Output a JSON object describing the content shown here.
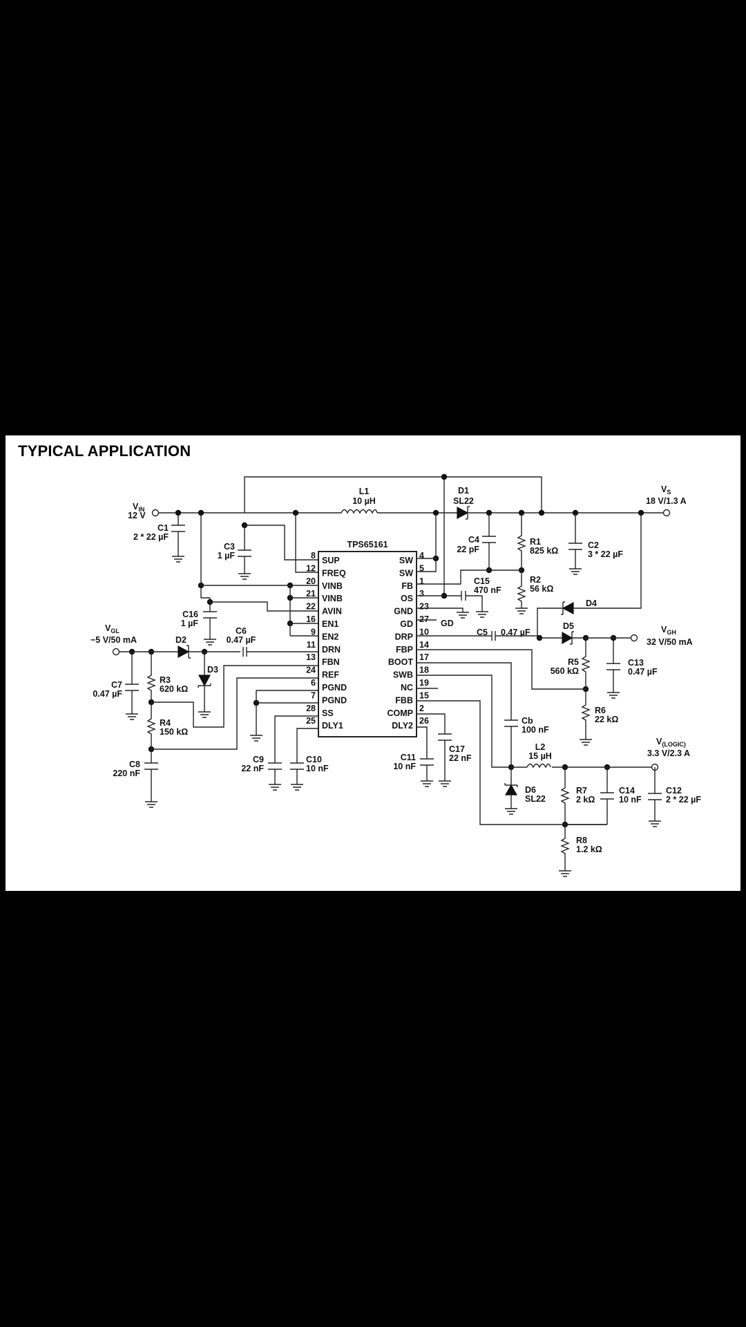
{
  "title": "TYPICAL APPLICATION",
  "ic": {
    "name": "TPS65161",
    "left_pins": [
      {
        "num": "8",
        "name": "SUP"
      },
      {
        "num": "12",
        "name": "FREQ"
      },
      {
        "num": "20",
        "name": "VINB"
      },
      {
        "num": "21",
        "name": "VINB"
      },
      {
        "num": "22",
        "name": "AVIN"
      },
      {
        "num": "16",
        "name": "EN1"
      },
      {
        "num": "9",
        "name": "EN2"
      },
      {
        "num": "11",
        "name": "DRN"
      },
      {
        "num": "13",
        "name": "FBN"
      },
      {
        "num": "24",
        "name": "REF"
      },
      {
        "num": "6",
        "name": "PGND"
      },
      {
        "num": "7",
        "name": "PGND"
      },
      {
        "num": "28",
        "name": "SS"
      },
      {
        "num": "25",
        "name": "DLY1"
      }
    ],
    "right_pins": [
      {
        "num": "4",
        "name": "SW"
      },
      {
        "num": "5",
        "name": "SW"
      },
      {
        "num": "1",
        "name": "FB"
      },
      {
        "num": "3",
        "name": "OS"
      },
      {
        "num": "23",
        "name": "GND"
      },
      {
        "num": "27",
        "name": "GD"
      },
      {
        "num": "10",
        "name": "DRP"
      },
      {
        "num": "14",
        "name": "FBP"
      },
      {
        "num": "17",
        "name": "BOOT"
      },
      {
        "num": "18",
        "name": "SWB"
      },
      {
        "num": "19",
        "name": "NC"
      },
      {
        "num": "15",
        "name": "FBB"
      },
      {
        "num": "2",
        "name": "COMP"
      },
      {
        "num": "26",
        "name": "DLY2"
      }
    ],
    "gd_label": "GD"
  },
  "terminals": {
    "vin": {
      "main": "V",
      "sub": "IN",
      "value": "12 V"
    },
    "vs": {
      "main": "V",
      "sub": "S",
      "value": "18 V/1.3 A"
    },
    "vgl": {
      "main": "V",
      "sub": "GL",
      "value": "−5 V/50 mA"
    },
    "vgh": {
      "main": "V",
      "sub": "GH",
      "value": "32 V/50 mA"
    },
    "vlogic": {
      "main": "V",
      "sub": "(LOGIC)",
      "value": "3.3 V/2.3 A"
    }
  },
  "components": {
    "L1": {
      "ref": "L1",
      "value": "10 µH"
    },
    "L2": {
      "ref": "L2",
      "value": "15 µH"
    },
    "D1": {
      "ref": "D1",
      "value": "SL22"
    },
    "D2": {
      "ref": "D2"
    },
    "D3": {
      "ref": "D3"
    },
    "D4": {
      "ref": "D4"
    },
    "D5": {
      "ref": "D5"
    },
    "D6": {
      "ref": "D6",
      "value": "SL22"
    },
    "C1": {
      "ref": "C1",
      "value": "2 * 22 µF"
    },
    "C2": {
      "ref": "C2",
      "value": "3 * 22 µF"
    },
    "C3": {
      "ref": "C3",
      "value": "1 µF"
    },
    "C4": {
      "ref": "C4",
      "value": "22 pF"
    },
    "C5": {
      "ref": "C5",
      "value": "0.47 µF"
    },
    "C6": {
      "ref": "C6",
      "value": "0.47 µF"
    },
    "C7": {
      "ref": "C7",
      "value": "0.47 µF"
    },
    "C8": {
      "ref": "C8",
      "value": "220 nF"
    },
    "C9": {
      "ref": "C9",
      "value": "22 nF"
    },
    "C10": {
      "ref": "C10",
      "value": "10 nF"
    },
    "C11": {
      "ref": "C11",
      "value": "10 nF"
    },
    "C12": {
      "ref": "C12",
      "value": "2 * 22 µF"
    },
    "C13": {
      "ref": "C13",
      "value": "0.47 µF"
    },
    "C14": {
      "ref": "C14",
      "value": "10 nF"
    },
    "C15": {
      "ref": "C15",
      "value": "470 nF"
    },
    "C16": {
      "ref": "C16",
      "value": "1 µF"
    },
    "C17": {
      "ref": "C17",
      "value": "22 nF"
    },
    "Cb": {
      "ref": "Cb",
      "value": "100 nF"
    },
    "R1": {
      "ref": "R1",
      "value": "825 kΩ"
    },
    "R2": {
      "ref": "R2",
      "value": "56 kΩ"
    },
    "R3": {
      "ref": "R3",
      "value": "620 kΩ"
    },
    "R4": {
      "ref": "R4",
      "value": "150 kΩ"
    },
    "R5": {
      "ref": "R5",
      "value": "560 kΩ"
    },
    "R6": {
      "ref": "R6",
      "value": "22 kΩ"
    },
    "R7": {
      "ref": "R7",
      "value": "2 kΩ"
    },
    "R8": {
      "ref": "R8",
      "value": "1.2 kΩ"
    }
  }
}
